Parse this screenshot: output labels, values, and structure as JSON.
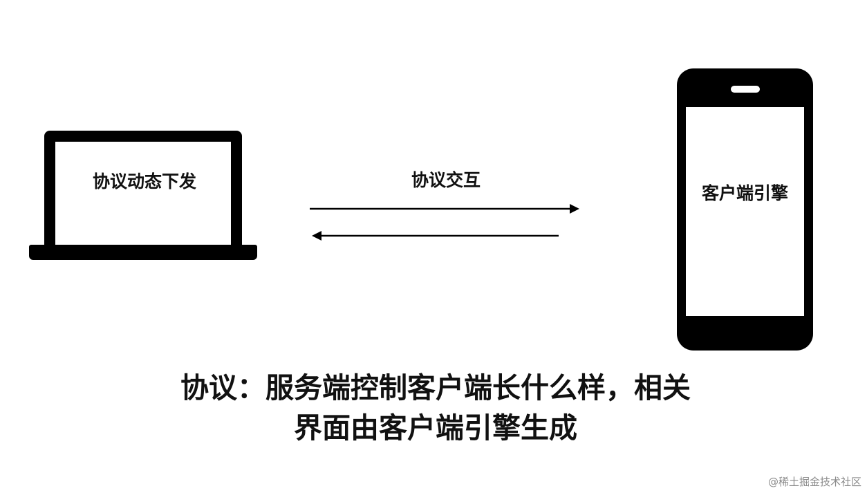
{
  "laptop": {
    "label": "协议动态下发",
    "icon": "laptop-icon"
  },
  "phone": {
    "label": "客户端引擎",
    "icon": "smartphone-icon"
  },
  "exchange": {
    "label": "协议交互",
    "forward_arrow_icon": "arrow-right-icon",
    "backward_arrow_icon": "arrow-left-icon"
  },
  "caption": {
    "line1": "协议：服务端控制客户端长什么样，相关",
    "line2": "界面由客户端引擎生成"
  },
  "watermark": {
    "text": "@稀土掘金技术社区"
  },
  "colors": {
    "device": "#000000",
    "screen": "#ffffff",
    "text": "#111111",
    "watermark": "#8a8a8a"
  }
}
